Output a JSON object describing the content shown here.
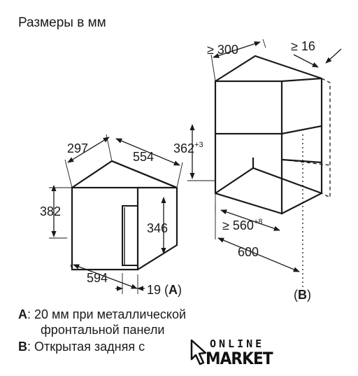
{
  "title": "Размеры в мм",
  "dimensions": {
    "microwave_depth": "297",
    "microwave_width": "554",
    "microwave_height": "382",
    "door_height": "346",
    "front_width": "594",
    "front_offset": "19",
    "label_a": "A",
    "niche_depth": "≥ 300",
    "niche_gap": "≥ 16",
    "niche_height": "362",
    "niche_height_tol": "+3",
    "niche_width": "≥ 560",
    "niche_width_tol": "+8",
    "cabinet_width": "600",
    "label_b": "B"
  },
  "legend": [
    {
      "key": "A",
      "line1": ": 20 мм при металлической",
      "line2": "фронтальной панели"
    },
    {
      "key": "B",
      "line1": ": Открытая задняя с"
    }
  ],
  "watermark": {
    "top": "ONLINE",
    "bottom": "MARKET"
  }
}
